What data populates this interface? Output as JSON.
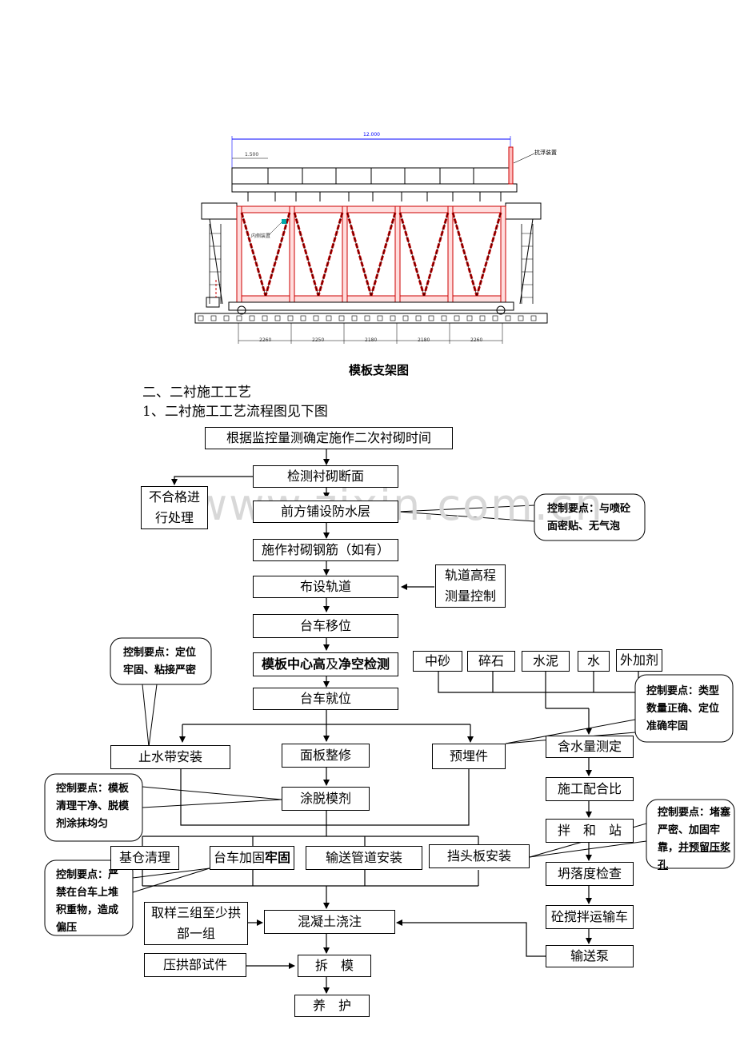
{
  "drawing": {
    "dim_total": "12.000",
    "dim_left": "1.500",
    "label_antifloat": "抗浮装置",
    "label_inner": "内侧装置",
    "dim_spans": [
      "2260",
      "2250",
      "2180",
      "2180",
      "2260"
    ]
  },
  "caption": "模板支架图",
  "heading1": "二、二衬施工工艺",
  "heading2": "1、二衬施工工艺流程图见下图",
  "watermark": "www.zixin.com.cn",
  "steps": {
    "s1": "根据监控量测确定施作二次衬砌时间",
    "s2": "检测衬砌断面",
    "s3": "前方铺设防水层",
    "s4": "施作衬砌钢筋（如有）",
    "s5": "布设轨道",
    "s6": "台车移位",
    "s7a": "模板中心高",
    "s7b": "及",
    "s7c": "净空检测",
    "s8": "台车就位",
    "s9": "止水带安装",
    "s10": "面板整修",
    "s11": "预埋件",
    "s12": "涂脱模剂",
    "s13": "基仓清理",
    "s14a": "台车加固",
    "s14b": "牢固",
    "s15": "输送管道安装",
    "s16": "挡头板安装",
    "s17": "混凝土浇注",
    "s18": "拆　模",
    "s19": "养　护"
  },
  "side_boxes": {
    "reject": "不合格进行处理",
    "track_ctrl": "轨道高程测量控制",
    "sampling": "取样三组至少拱部一组",
    "specimen": "压拱部试件"
  },
  "materials": [
    "中砂",
    "碎石",
    "水泥",
    "水",
    "外加剂"
  ],
  "mix_chain": [
    "含水量测定",
    "施工配合比",
    "拌　和　站",
    "坍落度检查",
    "砼搅拌运输车",
    "输送泵"
  ],
  "notes": {
    "n1": "控制要点：与喷砼面密贴、无气泡",
    "n2": "控制要点：定位牢固、粘接严密",
    "n3": "控制要点：类型数量正确、定位准确牢固",
    "n4": "控制要点：模板清理干净、脱模剂涂抹均匀",
    "n5a": "控制要点：堵塞严密、加固牢靠，",
    "n5b": "并预留压浆孔",
    "n6": "控制要点：严禁在台车上堆积重物，造成偏压"
  }
}
